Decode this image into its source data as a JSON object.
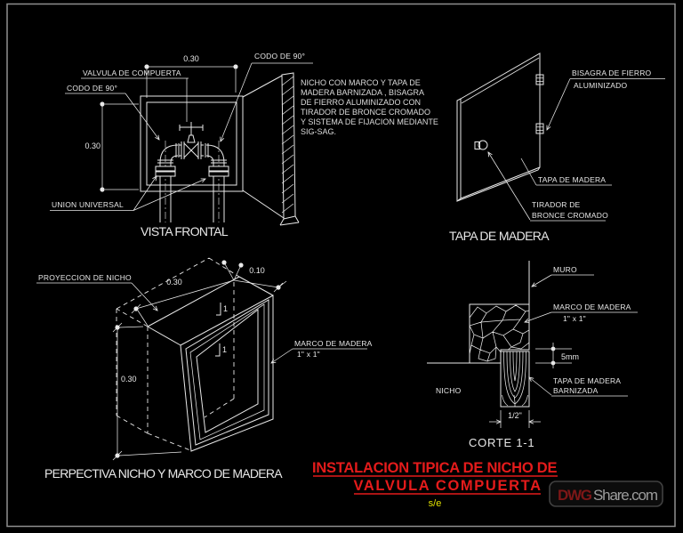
{
  "colors": {
    "background": "#000000",
    "line": "#e8e8e8",
    "border": "#8f8f8f",
    "title_red": "#e41b1b",
    "scale_yellow": "#e3e300",
    "watermark_dwg": "#7d1717",
    "watermark_text": "#9c9c9c"
  },
  "vista": {
    "title": "VISTA FRONTAL",
    "label_valvula": "VALVULA DE COMPUERTA",
    "label_codo_left": "CODO DE 90°",
    "label_codo_right": "CODO DE 90°",
    "label_union": "UNION UNIVERSAL",
    "dim_w": "0.30",
    "dim_h": "0.30"
  },
  "nota": {
    "l1": "NICHO CON MARCO Y TAPA DE",
    "l2": "MADERA BARNIZADA , BISAGRA",
    "l3": "DE FIERRO ALUMINIZADO CON",
    "l4": "TIRADOR DE BRONCE CROMADO",
    "l5": "Y SISTEMA DE FIJACION MEDIANTE",
    "l6": "SIG-SAG."
  },
  "tapa": {
    "title": "TAPA DE MADERA",
    "bisagra1": "BISAGRA DE FIERRO",
    "bisagra2": "ALUMINIZADO",
    "tapa_label": "TAPA DE MADERA",
    "tirador1": "TIRADOR DE",
    "tirador2": "BRONCE CROMADO"
  },
  "persp": {
    "title": "PERPECTIVA NICHO Y MARCO DE MADERA",
    "proyeccion": "PROYECCION DE NICHO",
    "marco1": "MARCO DE MADERA",
    "marco2": "1\" x 1\"",
    "dim_w": "0.30",
    "dim_d": "0.10",
    "dim_h": "0.30",
    "cut1": "1",
    "cut2": "1"
  },
  "corte": {
    "title": "CORTE 1-1",
    "muro": "MURO",
    "marco1": "MARCO DE MADERA",
    "marco2": "1\" x 1\"",
    "gap": "5mm",
    "tapa1": "TAPA DE MADERA",
    "tapa2": "BARNIZADA",
    "nicho": "NICHO",
    "ancho": "1/2\""
  },
  "titulo": {
    "l1": "INSTALACION TIPICA DE NICHO DE",
    "l2": "VALVULA COMPUERTA",
    "escala": "s/e"
  },
  "marca": {
    "dwg": "DWG",
    "resto": "Share.com"
  }
}
